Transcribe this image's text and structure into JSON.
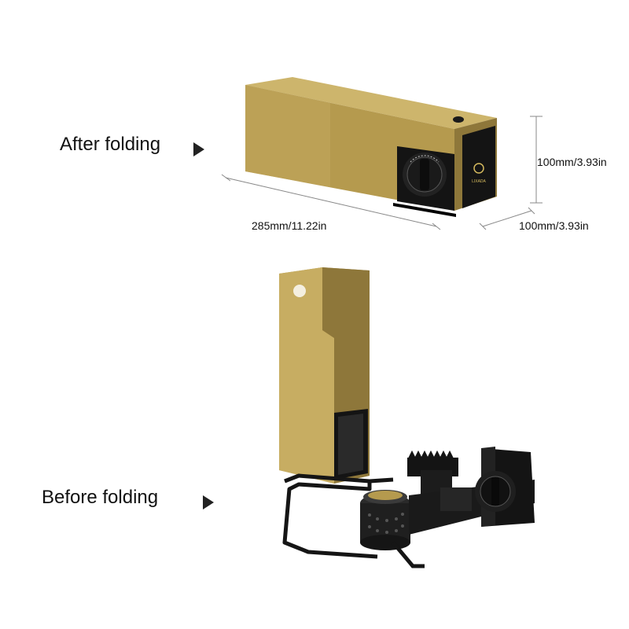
{
  "labels": {
    "after": "After folding",
    "before": "Before folding"
  },
  "dimensions": {
    "length": "285mm/11.22in",
    "height": "100mm/3.93in",
    "width": "100mm/3.93in"
  },
  "colors": {
    "gold": "#b59a4e",
    "gold_dark": "#8e773a",
    "gold_light": "#cdb56c",
    "black": "#141414",
    "dim_line": "#888888"
  },
  "icons": {
    "pointer": "right-triangle-arrow"
  }
}
